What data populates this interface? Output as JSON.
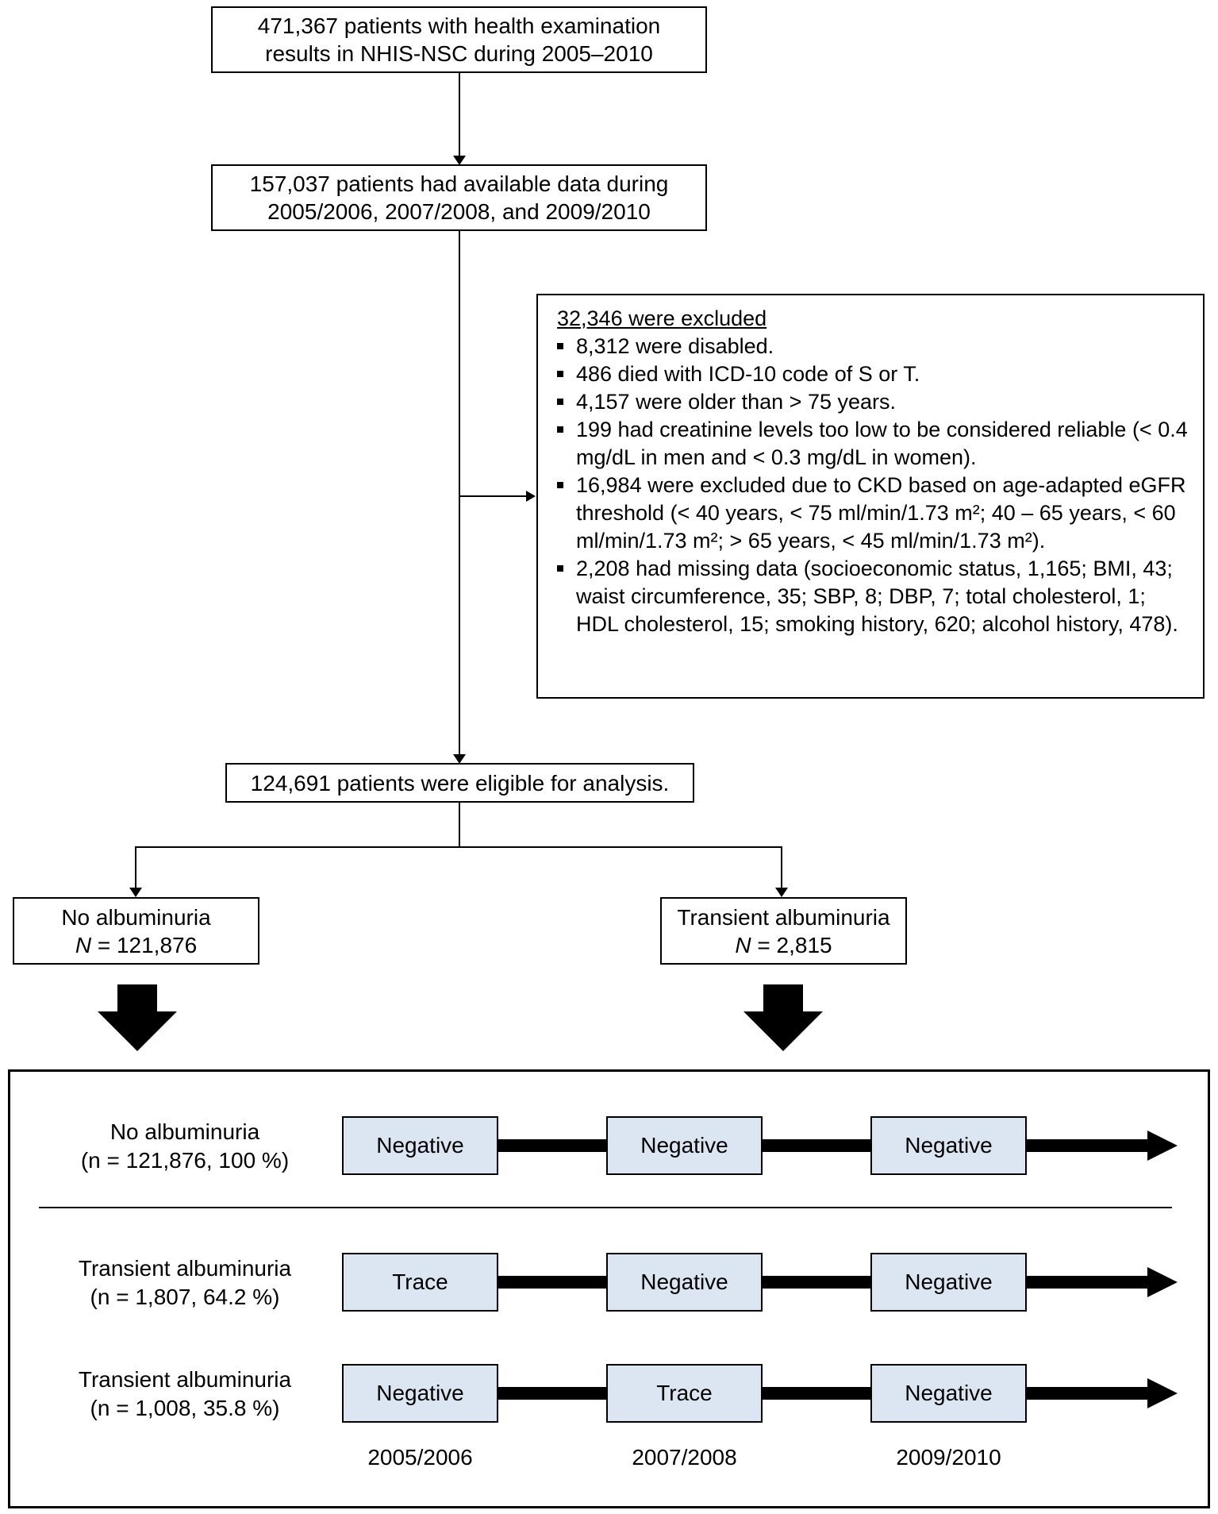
{
  "top_box": {
    "line1": "471,367 patients with health examination",
    "line2": "results in NHIS-NSC during 2005–2010"
  },
  "available_box": {
    "line1": "157,037 patients had available data during",
    "line2": "2005/2006, 2007/2008, and 2009/2010"
  },
  "exclusion_box": {
    "title": "32,346 were excluded",
    "items": [
      "8,312 were disabled.",
      "486 died with ICD-10 code of S or T.",
      "4,157 were older than > 75 years.",
      "199 had creatinine levels too low to be considered reliable (< 0.4 mg/dL in men and < 0.3 mg/dL in women).",
      "16,984 were excluded due to CKD based on age-adapted eGFR threshold (< 40 years, < 75 ml/min/1.73 m²; 40 – 65 years, < 60 ml/min/1.73 m²; > 65 years, < 45 ml/min/1.73 m²).",
      "2,208 had missing data (socioeconomic status, 1,165; BMI, 43; waist circumference, 35; SBP, 8; DBP, 7; total cholesterol, 1; HDL cholesterol, 15; smoking history, 620; alcohol history, 478)."
    ]
  },
  "eligible_box": {
    "text": "124,691 patients were eligible for analysis."
  },
  "groups": {
    "no_albuminuria": {
      "label": "No albuminuria",
      "n_prefix": "N",
      "n_value": " = 121,876"
    },
    "transient": {
      "label": "Transient albuminuria",
      "n_prefix": "N",
      "n_value": " = 2,815"
    }
  },
  "patterns": [
    {
      "label_line1": "No albuminuria",
      "label_line2": "(n = 121,876, 100 %)",
      "stages": [
        "Negative",
        "Negative",
        "Negative"
      ]
    },
    {
      "label_line1": "Transient albuminuria",
      "label_line2": "(n = 1,807, 64.2 %)",
      "stages": [
        "Trace",
        "Negative",
        "Negative"
      ]
    },
    {
      "label_line1": "Transient albuminuria",
      "label_line2": "(n = 1,008, 35.8 %)",
      "stages": [
        "Negative",
        "Trace",
        "Negative"
      ]
    }
  ],
  "periods": [
    "2005/2006",
    "2007/2008",
    "2009/2010"
  ],
  "colors": {
    "stage_fill": "#dce6f2",
    "stroke": "#000000"
  }
}
